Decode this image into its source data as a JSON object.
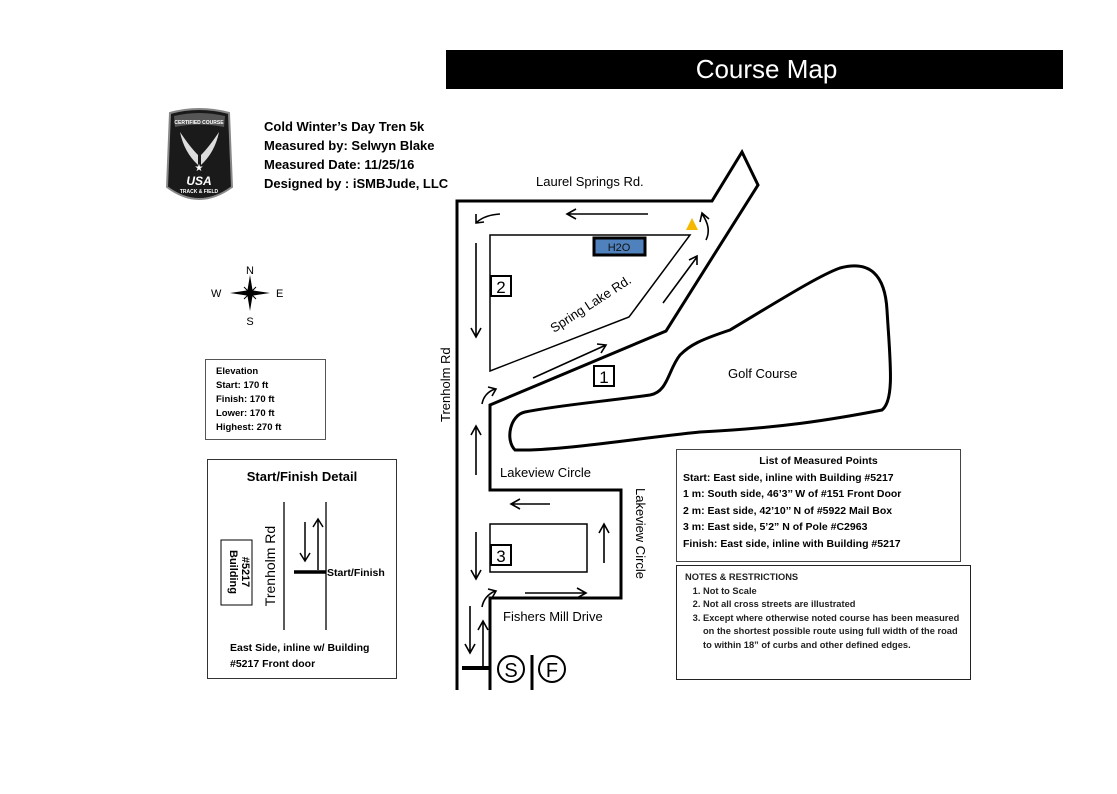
{
  "header": {
    "title": "Course Map"
  },
  "logo": {
    "top_text": "CERTIFIED COURSE",
    "brand": "USA",
    "sub": "TRACK & FIELD"
  },
  "info": {
    "race": "Cold Winter’s Day Tren 5k",
    "measured_by": "Measured by: Selwyn Blake",
    "measured_date": "Measured Date:  11/25/16",
    "designed_by": "Designed by : iSMBJude, LLC"
  },
  "compass": {
    "n": "N",
    "s": "S",
    "e": "E",
    "w": "W"
  },
  "elevation": {
    "title": "Elevation",
    "start": "Start:  170 ft",
    "finish": "Finish: 170 ft",
    "lower": "Lower: 170 ft",
    "highest": "Highest: 270 ft"
  },
  "start_finish_detail": {
    "title": "Start/Finish Detail",
    "road": "Trenholm Rd",
    "building": "Building",
    "building_no": "#5217",
    "marker": "Start/Finish",
    "caption_1": "East Side, inline w/ Building",
    "caption_2": "#5217 Front door"
  },
  "map": {
    "laurel": "Laurel Springs Rd.",
    "trenholm": "Trenholm Rd",
    "spring_lake": "Spring Lake Rd.",
    "golf": "Golf Course",
    "lakeview_h": "Lakeview Circle",
    "lakeview_v": "Lakeview Circle",
    "fishers": "Fishers Mill Drive",
    "water": "H2O",
    "mile_1": "1",
    "mile_2": "2",
    "mile_3": "3",
    "start": "S",
    "finish": "F",
    "water_color": "#4f81bd",
    "turnaround_color": "#f5b800"
  },
  "measured_points": {
    "title": "List of Measured Points",
    "items": [
      "Start:  East side, inline with Building #5217",
      "1 m: South side, 46’3’’ W of #151 Front Door",
      "2 m:  East side, 42’10’’ N of  #5922 Mail Box",
      "3 m: East side, 5’2” N of Pole #C2963",
      "Finish: East side, inline with Building #5217"
    ]
  },
  "notes": {
    "title": "NOTES & RESTRICTIONS",
    "items": [
      "Not to Scale",
      "Not all cross streets are illustrated",
      "Except where otherwise noted course has been measured on the shortest possible route using full width of the road to within 18” of curbs and other defined edges."
    ]
  }
}
